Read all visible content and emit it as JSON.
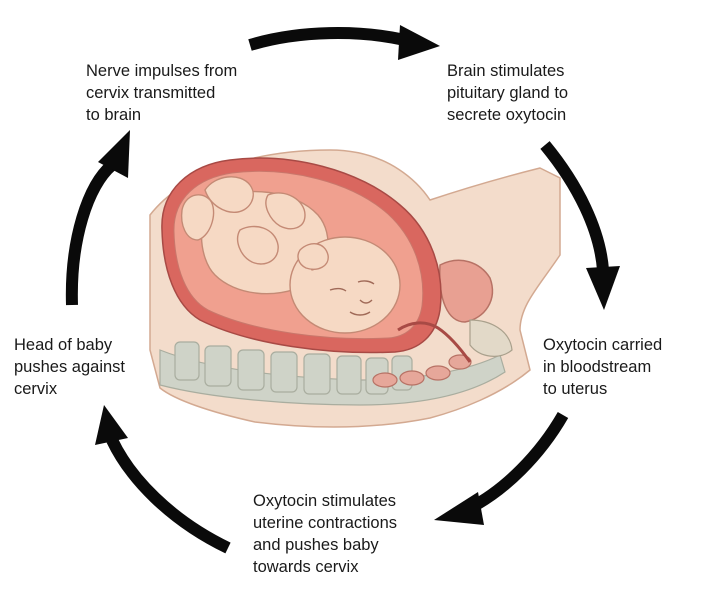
{
  "steps": {
    "nerve_impulses": "Nerve impulses from\ncervix transmitted\nto brain",
    "brain_stimulates": "Brain stimulates\npituitary gland to\nsecrete oxytocin",
    "oxytocin_carried": "Oxytocin carried\nin bloodstream\nto uterus",
    "oxytocin_stimulates": "Oxytocin stimulates\nuterine contractions\nand pushes baby\ntowards cervix",
    "head_pushes": "Head of baby\npushes against\ncervix"
  },
  "colors": {
    "arrow": "#0a0a0a",
    "skin": "#f6d9c4",
    "skin_shadow": "#e8b99c",
    "uterus_wall": "#d9675f",
    "uterus_inner": "#f0a08f",
    "spine": "#cfd3c8",
    "body_outline": "#c48a75"
  }
}
